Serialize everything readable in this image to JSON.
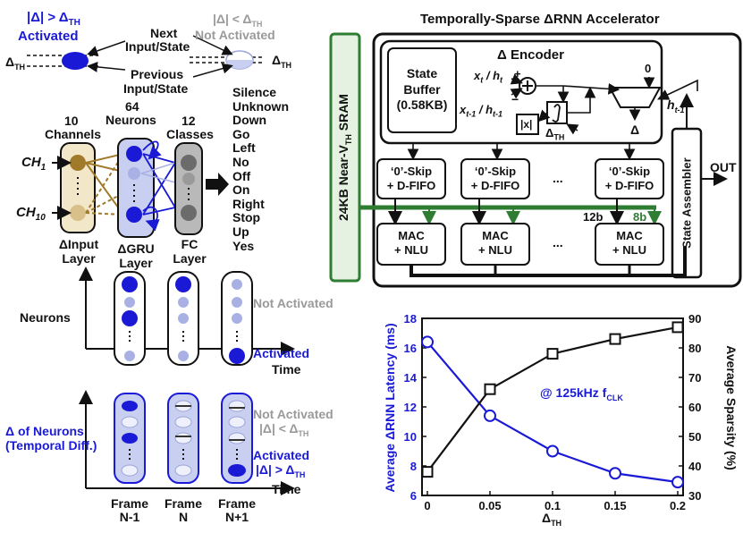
{
  "colors": {
    "blue": "#1a1ad6",
    "gray": "#9a9a9a",
    "green": "#2e7d32",
    "dark": "#111111",
    "tan": "#a07a2a",
    "lightblue": "#c9cff0"
  },
  "legend": {
    "activated_cond": "|Δ| > Δ",
    "activated_sub": "TH",
    "activated": "Activated",
    "not_activated_cond": "|Δ| < Δ",
    "not_activated_sub": "TH",
    "not_activated": "Not Activated",
    "next": "Next",
    "next2": "Input/State",
    "previous": "Previous",
    "previous2": "Input/State",
    "dth": "Δ",
    "dth_sub": "TH"
  },
  "network": {
    "channels_n": "10",
    "channels": "Channels",
    "neurons_n": "64",
    "neurons": "Neurons",
    "classes_n": "12",
    "classes": "Classes",
    "ch1": "CH",
    "ch1_sub": "1",
    "ch10": "CH",
    "ch10_sub": "10",
    "input_layer": [
      "ΔInput",
      "Layer"
    ],
    "gru_layer": [
      "ΔGRU",
      "Layer"
    ],
    "fc_layer": [
      "FC",
      "Layer"
    ],
    "class_list": [
      "Silence",
      "Unknown",
      "Down",
      "Go",
      "Left",
      "No",
      "Off",
      "On",
      "Right",
      "Stop",
      "Up",
      "Yes"
    ]
  },
  "activation": {
    "neurons": "Neurons",
    "not_activated": "Not Activated",
    "activated": "Activated",
    "time": "Time",
    "delta_label": [
      "Δ of Neurons",
      "(Temporal Diff.)"
    ],
    "not_activated2": "Not Activated",
    "cond_less": "|Δ| < Δ",
    "cond_less_sub": "TH",
    "activated2": "Activated",
    "cond_more": "|Δ| > Δ",
    "cond_more_sub": "TH",
    "time2": "Time",
    "frames": [
      [
        "Frame",
        "N-1"
      ],
      [
        "Frame",
        "N"
      ],
      [
        "Frame",
        "N+1"
      ]
    ]
  },
  "accelerator": {
    "title": "Temporally-Sparse ΔRNN Accelerator",
    "sram": "24KB Near-V",
    "sram_sub": "TH",
    "sram_end": " SRAM",
    "encoder": "Δ Encoder",
    "state_buffer": [
      "State",
      "Buffer",
      "(0.58KB)"
    ],
    "xt": "x",
    "xt_sub": "t",
    "ht": "h",
    "ht_sub": "t",
    "xt1": "x",
    "xt1_sub": "t-1",
    "ht1": "h",
    "ht1_sub": "t-1",
    "plus": "+",
    "minus": "−",
    "abs": "|x|",
    "dth": "Δ",
    "dth_sub": "TH",
    "zero": "0",
    "delta": "Δ",
    "hout": "h",
    "hout_sub": "t-1",
    "skip": [
      "‘0’-Skip",
      "+ D-FIFO"
    ],
    "mac": [
      "MAC",
      "+ NLU"
    ],
    "dots": "...",
    "bits12": "12b",
    "bits8": "8b",
    "assembler": "State Assembler",
    "out": "OUT"
  },
  "chart_data": {
    "type": "line",
    "x": [
      0,
      0.05,
      0.1,
      0.15,
      0.2
    ],
    "xlabel": "Δ",
    "xlabel_sub": "TH",
    "xticks": [
      "0",
      "0.05",
      "0.1",
      "0.15",
      "0.2"
    ],
    "series": [
      {
        "axis": "left",
        "marker": "open-circle",
        "color": "#1a1ad6",
        "values": [
          16.4,
          11.4,
          9.0,
          7.5,
          6.9
        ]
      },
      {
        "axis": "right",
        "marker": "open-square",
        "color": "#111111",
        "values": [
          38,
          66,
          78,
          83,
          87
        ]
      }
    ],
    "ylabel_left": "Average ΔRNN Latency (ms)",
    "ylim_left": [
      6,
      18
    ],
    "yticks_left": [
      "6",
      "8",
      "10",
      "12",
      "14",
      "16",
      "18"
    ],
    "ylabel_right": "Average Sparsity (%)",
    "ylim_right": [
      30,
      90
    ],
    "yticks_right": [
      "30",
      "40",
      "50",
      "60",
      "70",
      "80",
      "90"
    ],
    "annotation": "@ 125kHz f",
    "annotation_sub": "CLK",
    "grid": false
  }
}
